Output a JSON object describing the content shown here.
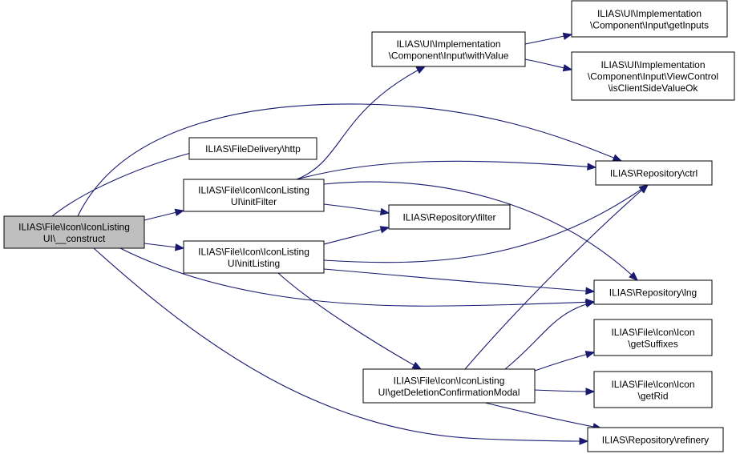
{
  "nodes": [
    {
      "id": "construct",
      "lines": [
        "ILIAS\\File\\Icon\\IconListing",
        "UI\\__construct"
      ],
      "root": true
    },
    {
      "id": "filedelivery_http",
      "lines": [
        "ILIAS\\FileDelivery\\http"
      ]
    },
    {
      "id": "initfilter",
      "lines": [
        "ILIAS\\File\\Icon\\IconListing",
        "UI\\initFilter"
      ]
    },
    {
      "id": "initlisting",
      "lines": [
        "ILIAS\\File\\Icon\\IconListing",
        "UI\\initListing"
      ]
    },
    {
      "id": "withvalue",
      "lines": [
        "ILIAS\\UI\\Implementation",
        "\\Component\\Input\\withValue"
      ]
    },
    {
      "id": "getinputs",
      "lines": [
        "ILIAS\\UI\\Implementation",
        "\\Component\\Input\\getInputs"
      ]
    },
    {
      "id": "isclientsidevalueok",
      "lines": [
        "ILIAS\\UI\\Implementation",
        "\\Component\\Input\\ViewControl",
        "\\isClientSideValueOk"
      ]
    },
    {
      "id": "repo_ctrl",
      "lines": [
        "ILIAS\\Repository\\ctrl"
      ]
    },
    {
      "id": "repo_filter",
      "lines": [
        "ILIAS\\Repository\\filter"
      ]
    },
    {
      "id": "repo_lng",
      "lines": [
        "ILIAS\\Repository\\lng"
      ]
    },
    {
      "id": "getsuffixes",
      "lines": [
        "ILIAS\\File\\Icon\\Icon",
        "\\getSuffixes"
      ]
    },
    {
      "id": "getrid",
      "lines": [
        "ILIAS\\File\\Icon\\Icon",
        "\\getRid"
      ]
    },
    {
      "id": "getdeletionconfirmationmodal",
      "lines": [
        "ILIAS\\File\\Icon\\IconListing",
        "UI\\getDeletionConfirmationModal"
      ]
    },
    {
      "id": "repo_refinery",
      "lines": [
        "ILIAS\\Repository\\refinery"
      ]
    }
  ],
  "edges": [
    {
      "from": "construct",
      "to": "filedelivery_http"
    },
    {
      "from": "construct",
      "to": "initfilter"
    },
    {
      "from": "construct",
      "to": "initlisting"
    },
    {
      "from": "construct",
      "to": "repo_ctrl"
    },
    {
      "from": "construct",
      "to": "repo_lng"
    },
    {
      "from": "construct",
      "to": "repo_refinery"
    },
    {
      "from": "initfilter",
      "to": "withvalue"
    },
    {
      "from": "initfilter",
      "to": "repo_ctrl"
    },
    {
      "from": "initfilter",
      "to": "repo_filter"
    },
    {
      "from": "initfilter",
      "to": "repo_lng"
    },
    {
      "from": "initlisting",
      "to": "repo_filter"
    },
    {
      "from": "initlisting",
      "to": "repo_ctrl"
    },
    {
      "from": "initlisting",
      "to": "repo_lng"
    },
    {
      "from": "initlisting",
      "to": "getdeletionconfirmationmodal"
    },
    {
      "from": "withvalue",
      "to": "getinputs"
    },
    {
      "from": "withvalue",
      "to": "isclientsidevalueok"
    },
    {
      "from": "getdeletionconfirmationmodal",
      "to": "repo_ctrl"
    },
    {
      "from": "getdeletionconfirmationmodal",
      "to": "repo_lng"
    },
    {
      "from": "getdeletionconfirmationmodal",
      "to": "getsuffixes"
    },
    {
      "from": "getdeletionconfirmationmodal",
      "to": "getrid"
    },
    {
      "from": "getdeletionconfirmationmodal",
      "to": "repo_refinery"
    }
  ],
  "colors": {
    "edge": "#191970",
    "root_fill": "#bfbfbf",
    "node_fill": "#ffffff"
  }
}
